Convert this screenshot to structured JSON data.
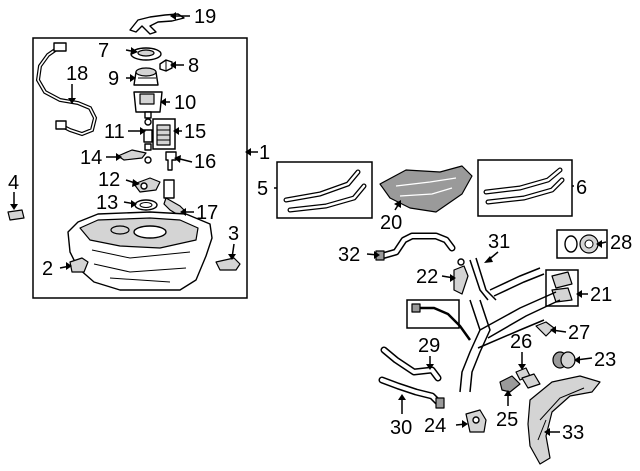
{
  "callouts": [
    {
      "id": "c1",
      "text": "1"
    },
    {
      "id": "c2",
      "text": "2"
    },
    {
      "id": "c3",
      "text": "3"
    },
    {
      "id": "c4",
      "text": "4"
    },
    {
      "id": "c5",
      "text": "5"
    },
    {
      "id": "c6",
      "text": "6"
    },
    {
      "id": "c7",
      "text": "7"
    },
    {
      "id": "c8",
      "text": "8"
    },
    {
      "id": "c9",
      "text": "9"
    },
    {
      "id": "c10",
      "text": "10"
    },
    {
      "id": "c11",
      "text": "11"
    },
    {
      "id": "c12",
      "text": "12"
    },
    {
      "id": "c13",
      "text": "13"
    },
    {
      "id": "c14",
      "text": "14"
    },
    {
      "id": "c15",
      "text": "15"
    },
    {
      "id": "c16",
      "text": "16"
    },
    {
      "id": "c17",
      "text": "17"
    },
    {
      "id": "c18",
      "text": "18"
    },
    {
      "id": "c19",
      "text": "19"
    },
    {
      "id": "c20",
      "text": "20"
    },
    {
      "id": "c21",
      "text": "21"
    },
    {
      "id": "c22",
      "text": "22"
    },
    {
      "id": "c23",
      "text": "23"
    },
    {
      "id": "c24",
      "text": "24"
    },
    {
      "id": "c25",
      "text": "25"
    },
    {
      "id": "c26",
      "text": "26"
    },
    {
      "id": "c27",
      "text": "27"
    },
    {
      "id": "c28",
      "text": "28"
    },
    {
      "id": "c29",
      "text": "29"
    },
    {
      "id": "c30",
      "text": "30"
    },
    {
      "id": "c31",
      "text": "31"
    },
    {
      "id": "c32",
      "text": "32"
    },
    {
      "id": "c33",
      "text": "33"
    }
  ]
}
